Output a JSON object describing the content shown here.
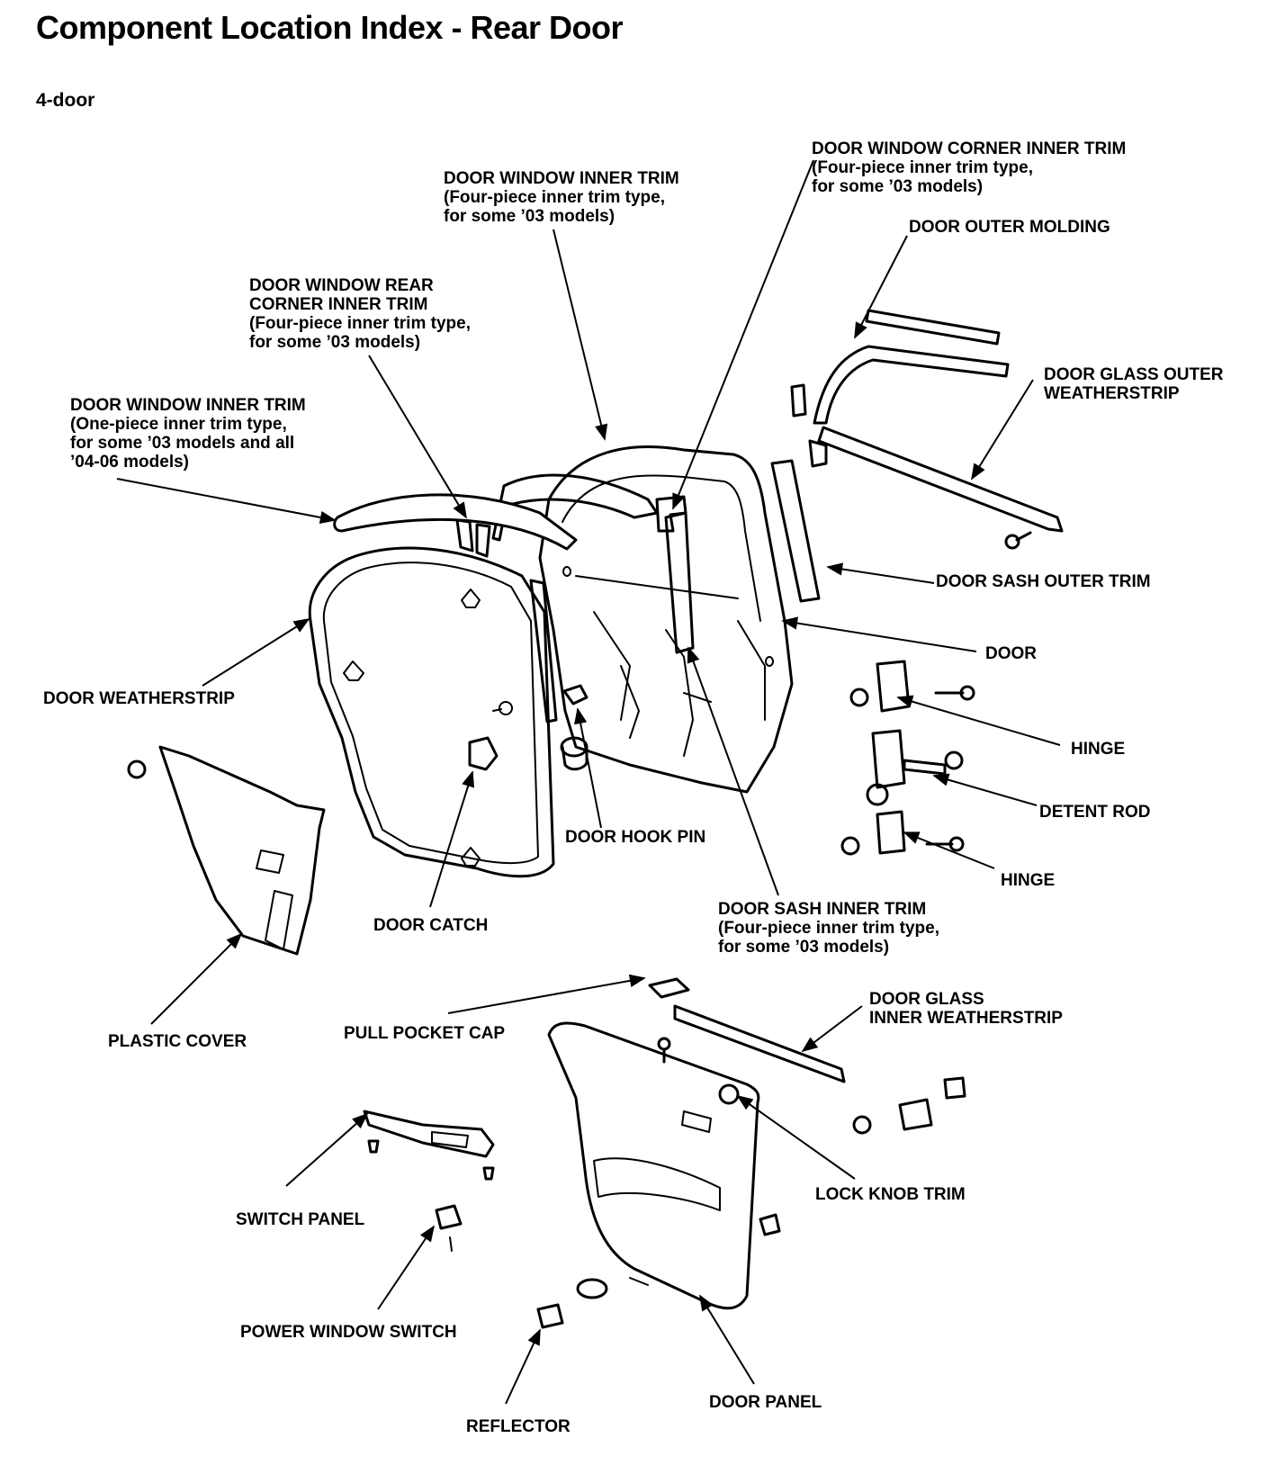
{
  "title": "Component Location Index - Rear Door",
  "subtitle": "4-door",
  "labels": {
    "door_window_corner_inner_trim": {
      "l1": "DOOR WINDOW CORNER INNER TRIM",
      "l2": "(Four-piece inner trim type,",
      "l3": "for some ’03 models)"
    },
    "door_window_inner_trim_four": {
      "l1": "DOOR WINDOW INNER TRIM",
      "l2": "(Four-piece inner trim type,",
      "l3": "for some ’03 models)"
    },
    "door_outer_molding": {
      "l1": "DOOR OUTER MOLDING"
    },
    "door_window_rear_corner_inner_trim": {
      "l1": "DOOR WINDOW REAR",
      "l2": "CORNER INNER TRIM",
      "l3": "(Four-piece inner trim type,",
      "l4": "for some ’03 models)"
    },
    "door_glass_outer_weatherstrip": {
      "l1": "DOOR GLASS OUTER",
      "l2": "WEATHERSTRIP"
    },
    "door_window_inner_trim_one": {
      "l1": "DOOR WINDOW INNER TRIM",
      "l2": "(One-piece inner trim type,",
      "l3": "for some ’03 models and all",
      "l4": "’04-06 models)"
    },
    "door_sash_outer_trim": {
      "l1": "DOOR SASH OUTER TRIM"
    },
    "door": {
      "l1": "DOOR"
    },
    "door_weatherstrip": {
      "l1": "DOOR WEATHERSTRIP"
    },
    "hinge_upper": {
      "l1": "HINGE"
    },
    "detent_rod": {
      "l1": "DETENT ROD"
    },
    "door_hook_pin": {
      "l1": "DOOR HOOK PIN"
    },
    "hinge_lower": {
      "l1": "HINGE"
    },
    "door_sash_inner_trim": {
      "l1": "DOOR SASH INNER TRIM",
      "l2": "(Four-piece inner trim type,",
      "l3": "for some ’03 models)"
    },
    "door_catch": {
      "l1": "DOOR CATCH"
    },
    "door_glass_inner_weatherstrip": {
      "l1": "DOOR GLASS",
      "l2": "INNER WEATHERSTRIP"
    },
    "plastic_cover": {
      "l1": "PLASTIC COVER"
    },
    "pull_pocket_cap": {
      "l1": "PULL POCKET CAP"
    },
    "lock_knob_trim": {
      "l1": "LOCK KNOB TRIM"
    },
    "switch_panel": {
      "l1": "SWITCH PANEL"
    },
    "power_window_switch": {
      "l1": "POWER WINDOW SWITCH"
    },
    "door_panel": {
      "l1": "DOOR PANEL"
    },
    "reflector": {
      "l1": "REFLECTOR"
    }
  }
}
